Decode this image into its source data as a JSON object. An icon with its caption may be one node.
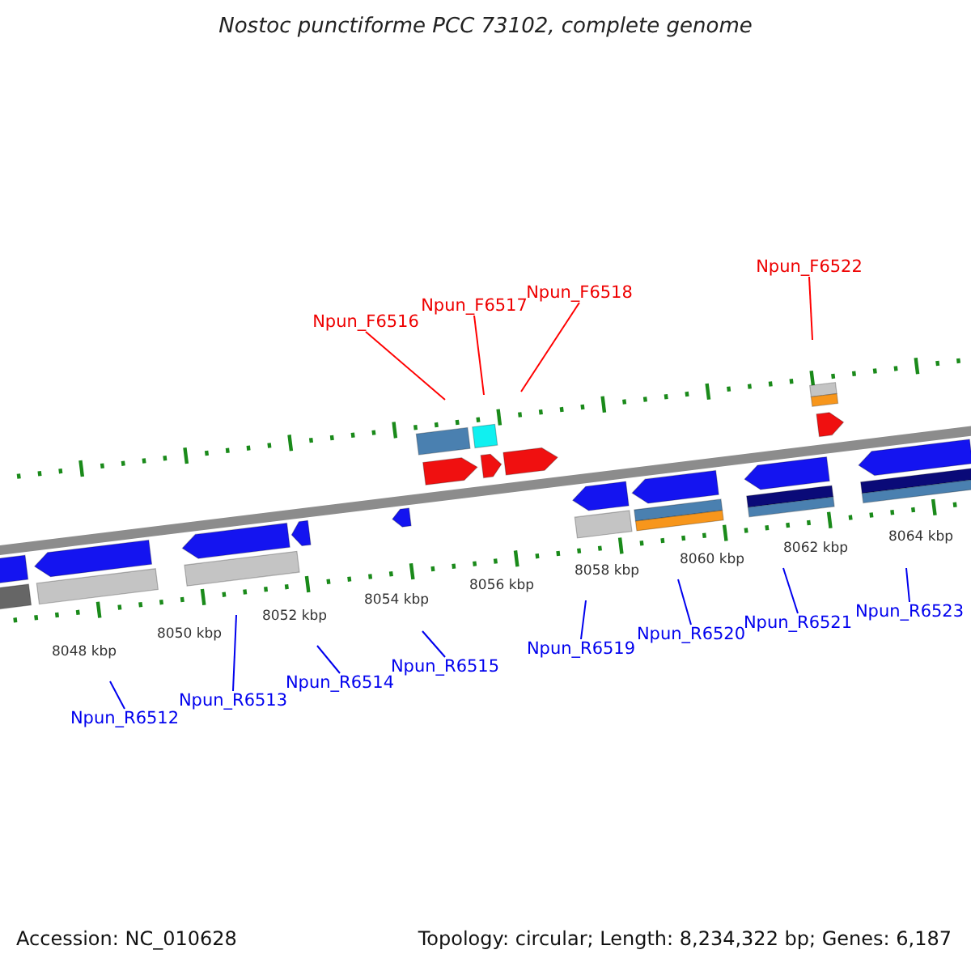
{
  "diagram": {
    "title": "Nostoc punctiforme PCC 73102, complete genome",
    "nodes": [
      {
        "text": [
          "Npun_F6516"
        ]
      },
      {
        "text": [
          "Npun_F6517"
        ]
      },
      {
        "text": [
          "Npun_F6518"
        ]
      },
      {
        "text": [
          "Npun_F6522"
        ]
      },
      {
        "text": [
          "Npun_R6512"
        ]
      },
      {
        "text": [
          "Npun_R6513"
        ]
      },
      {
        "text": [
          "Npun_R6514"
        ]
      },
      {
        "text": [
          "Npun_R6515"
        ]
      },
      {
        "text": [
          "Npun_R6519"
        ]
      },
      {
        "text": [
          "Npun_R6520"
        ]
      },
      {
        "text": [
          "Npun_R6521"
        ]
      },
      {
        "text": [
          "Npun_R6523"
        ]
      }
    ],
    "edges": [
      {
        "from": 0,
        "to": null,
        "arrow": "none",
        "color": "#ff0000"
      },
      {
        "from": 1,
        "to": null,
        "arrow": "none",
        "color": "#ff0000"
      },
      {
        "from": 2,
        "to": null,
        "arrow": "none",
        "color": "#ff0000"
      },
      {
        "from": 3,
        "to": null,
        "arrow": "none",
        "color": "#ff0000"
      },
      {
        "from": 4,
        "to": null,
        "arrow": "none"
      },
      {
        "from": 5,
        "to": null,
        "arrow": "none"
      },
      {
        "from": 6,
        "to": null,
        "arrow": "none"
      },
      {
        "from": 7,
        "to": null,
        "arrow": "none"
      },
      {
        "from": 8,
        "to": null,
        "arrow": "none"
      },
      {
        "from": 9,
        "to": null,
        "arrow": "none"
      },
      {
        "from": 10,
        "to": null,
        "arrow": "none"
      },
      {
        "from": 11,
        "to": null,
        "arrow": "none"
      }
    ],
    "labels": [
      "8048 kbp",
      "8050 kbp",
      "8052 kbp",
      "8054 kbp",
      "8056 kbp",
      "8058 kbp",
      "8060 kbp",
      "8062 kbp",
      "8064 kbp",
      "Accession: NC_010628",
      "Topology: circular; Length: 8,234,322 bp; Genes: 6,187"
    ]
  }
}
